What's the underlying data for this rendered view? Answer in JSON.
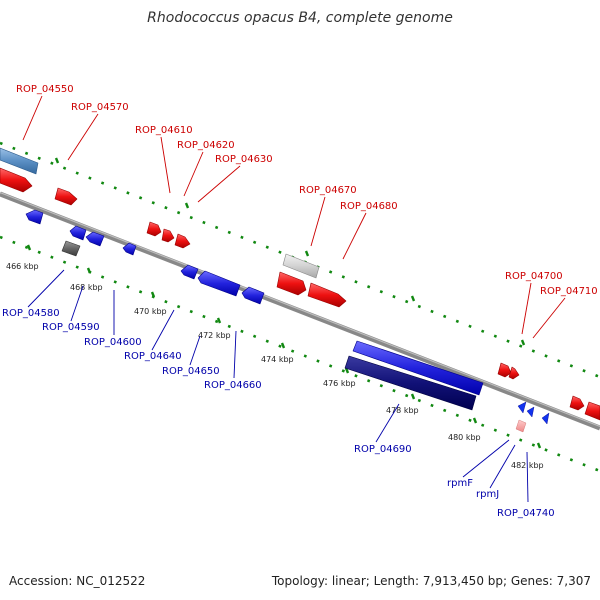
{
  "title": "Rhodococcus opacus B4, complete genome",
  "footer": {
    "accession": "Accession: NC_012522",
    "topology": "Topology: linear; Length: 7,913,450 bp; Genes: 7,307"
  },
  "colors": {
    "forward_gene": "#ee1111",
    "reverse_gene": "#2222dd",
    "forward_label": "#cc0000",
    "reverse_label": "#0000aa",
    "backbone": "#888888",
    "ticks": "#118811"
  },
  "ticks": [
    "466 kbp",
    "468 kbp",
    "470 kbp",
    "472 kbp",
    "474 kbp",
    "476 kbp",
    "478 kbp",
    "480 kbp",
    "482 kbp"
  ],
  "forward_labels": [
    "ROP_04550",
    "ROP_04570",
    "ROP_04610",
    "ROP_04620",
    "ROP_04630",
    "ROP_04670",
    "ROP_04680",
    "ROP_04700",
    "ROP_04710"
  ],
  "reverse_labels": [
    "ROP_04580",
    "ROP_04590",
    "ROP_04600",
    "ROP_04640",
    "ROP_04650",
    "ROP_04660",
    "ROP_04690",
    "rpmF",
    "rpmJ",
    "ROP_04740"
  ]
}
